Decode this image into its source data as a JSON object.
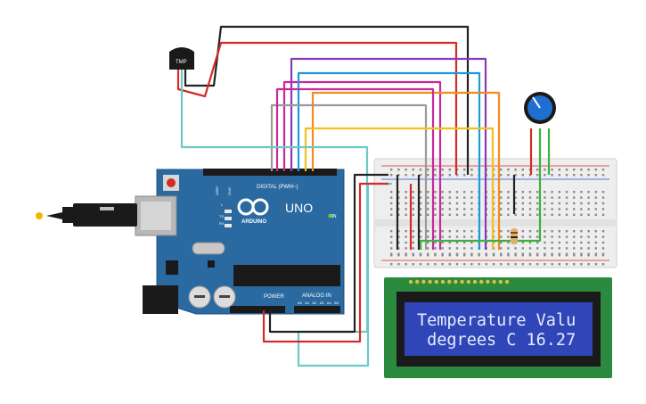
{
  "arduino": {
    "brand": "ARDUINO",
    "model": "UNO",
    "digital_label": "DIGITAL (PWM~)",
    "power_label": "POWER",
    "analog_label": "ANALOG IN",
    "on_label": "ON",
    "l_label": "L",
    "tx_label": "TX",
    "rx_label": "RX",
    "aref_label": "AREF",
    "gnd_label": "GND",
    "analog_pins": [
      "A0",
      "A1",
      "A2",
      "A3",
      "A4",
      "A5"
    ]
  },
  "sensor": {
    "label": "TMP"
  },
  "lcd": {
    "line1": "Temperature Valu",
    "line2": " degrees C 16.27"
  },
  "colors": {
    "board": "#2a6aa0",
    "lcd_screen": "#2f45b8",
    "lcd_pcb": "#2c8a3e",
    "breadboard": "#eeeeee",
    "wire_black": "#222222",
    "wire_red": "#d42a2a",
    "wire_yellow": "#f0c020",
    "wire_orange": "#f08c1e",
    "wire_blue": "#1e9ad6",
    "wire_purple": "#8a3ab9",
    "wire_magenta": "#c8289a",
    "wire_gray": "#9a9a9a",
    "wire_green": "#3cb040",
    "wire_cyan": "#6cc8c8"
  }
}
